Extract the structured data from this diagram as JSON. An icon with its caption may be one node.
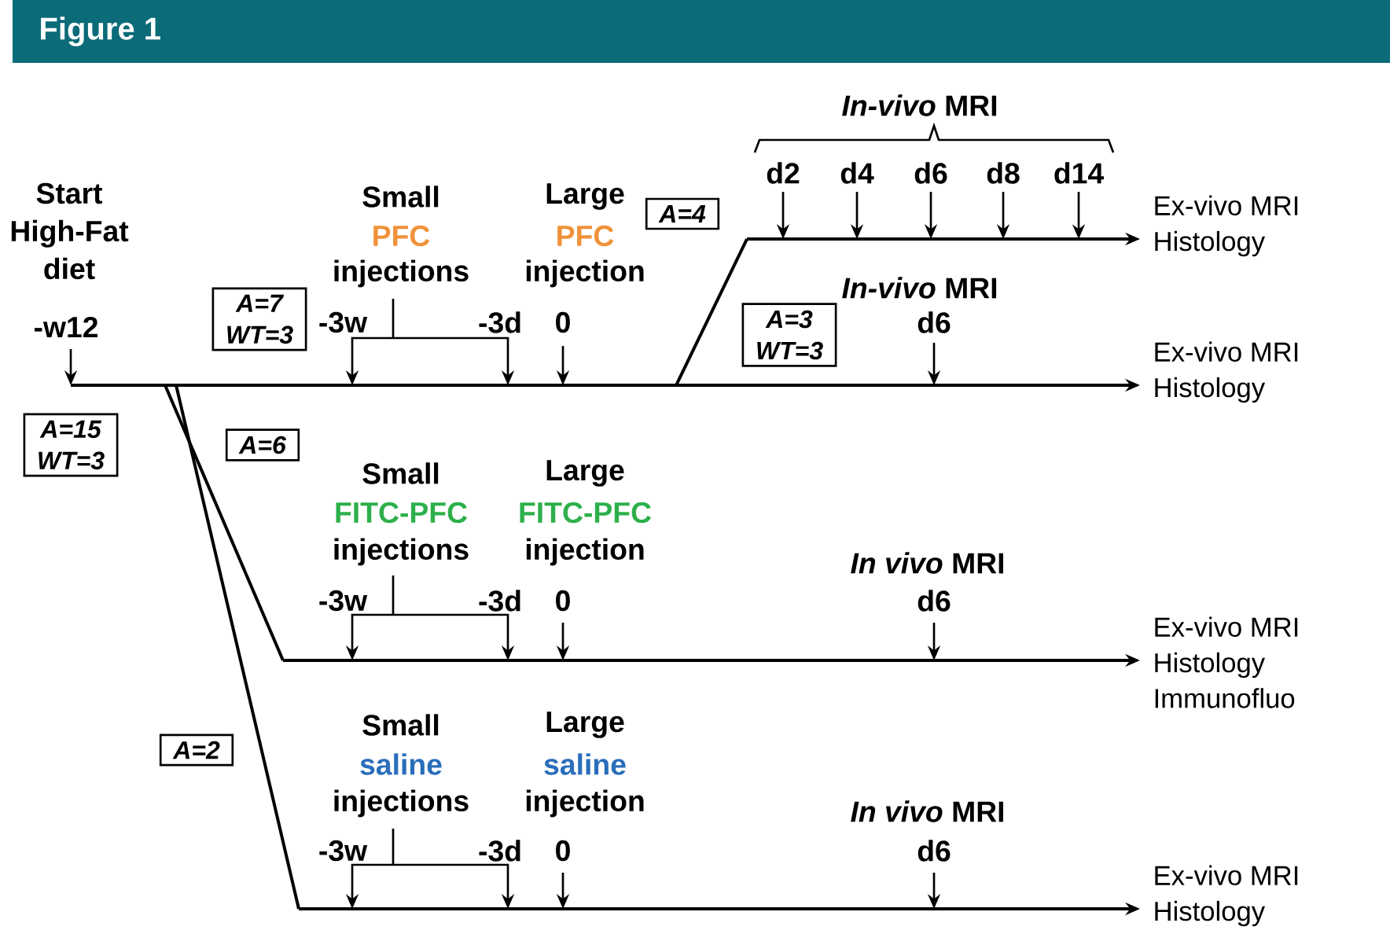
{
  "diagram": {
    "title": "Figure 1",
    "nodes": [
      {
        "text": [
          "A=4"
        ]
      },
      {
        "text": [
          "Ex-vivo MRI",
          "Histology"
        ]
      },
      {
        "text": [
          "A=7",
          "WT=3"
        ]
      },
      {
        "text": [
          "A=3",
          "WT=3"
        ]
      },
      {
        "text": [
          "Ex-vivo MRI",
          "Histology"
        ]
      },
      {
        "text": [
          "A=15",
          "WT=3"
        ]
      },
      {
        "text": [
          "A=6"
        ]
      },
      {
        "text": [
          "Ex-vivo MRI",
          "Histology",
          "Immunofluo"
        ]
      },
      {
        "text": [
          "A=2"
        ]
      },
      {
        "text": [
          "Ex-vivo MRI",
          "Histology"
        ]
      }
    ],
    "edges": [
      {
        "from": null,
        "to": 1,
        "arrow": "to"
      },
      {
        "from": null,
        "to": 4,
        "arrow": "to"
      },
      {
        "from": null,
        "to": 7,
        "arrow": "to"
      },
      {
        "from": null,
        "to": 9,
        "arrow": "to"
      }
    ],
    "labels": [
      "Start High-Fat diet",
      "*In-vivo* MRI",
      "d2",
      "d4",
      "d6",
      "d8",
      "d14",
      "Small",
      "Large",
      "PFC",
      "PFC",
      "injections",
      "injection",
      "*In-vivo* MRI",
      "-w12",
      "-3w",
      "-3d",
      "0",
      "d6",
      "Small",
      "Large",
      "FITC-PFC",
      "FITC-PFC",
      "injections",
      "injection",
      "*In vivo* MRI",
      "-3w",
      "-3d",
      "0",
      "d6",
      "Small",
      "Large",
      "saline",
      "saline",
      "injections",
      "injection",
      "*In vivo* MRI",
      "-3w",
      "-3d",
      "0",
      "d6"
    ]
  }
}
